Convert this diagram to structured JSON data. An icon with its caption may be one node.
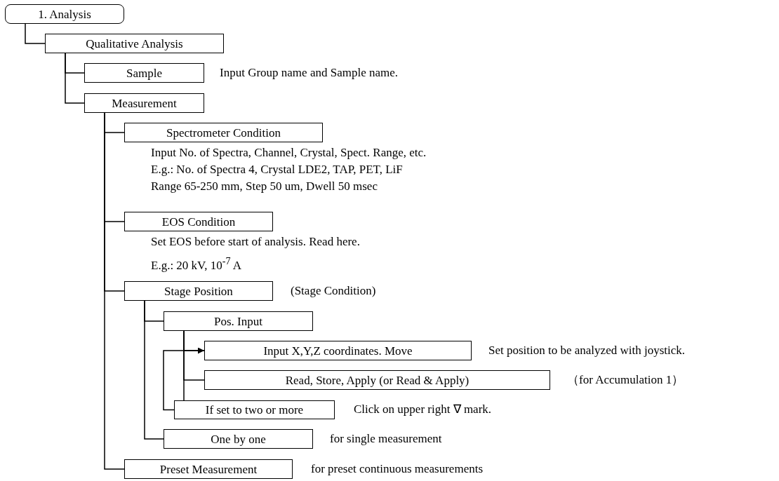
{
  "diagram": {
    "nodes": [
      {
        "text": [
          "1. Analysis"
        ]
      },
      {
        "text": [
          "Qualitative Analysis"
        ]
      },
      {
        "text": [
          "Sample"
        ],
        "beside": [
          "Input Group name and Sample name."
        ]
      },
      {
        "text": [
          "Measurement"
        ]
      },
      {
        "text": [
          "Spectrometer Condition"
        ],
        "beside": [
          "Input No. of Spectra, Channel, Crystal, Spect. Range, etc.",
          "E.g.: No. of Spectra 4, Crystal LDE2, TAP, PET, LiF",
          "Range 65-250 mm, Step 50 um, Dwell 50 msec"
        ]
      },
      {
        "text": [
          "EOS Condition"
        ],
        "beside": [
          "Set EOS before start of analysis. Read here.",
          "E.g.: 20 kV, 10$^{-7}$ A"
        ]
      },
      {
        "text": [
          "Stage Position"
        ],
        "beside": [
          "(Stage Condition)"
        ]
      },
      {
        "text": [
          "Pos. Input"
        ]
      },
      {
        "text": [
          "Input X,Y,Z coordinates. Move"
        ],
        "beside": [
          "Set position to be analyzed with joystick."
        ]
      },
      {
        "text": [
          "Read, Store, Apply (or Read & Apply)"
        ],
        "beside": [
          "（for Accumulation 1）"
        ]
      },
      {
        "text": [
          "If set to two or more"
        ],
        "beside": [
          "Click on upper right ∇ mark."
        ]
      },
      {
        "text": [
          "One by one"
        ],
        "beside": [
          "for single measurement"
        ]
      },
      {
        "text": [
          "Preset Measurement"
        ],
        "beside": [
          "for preset continuous measurements"
        ]
      }
    ],
    "edges": [
      {
        "from": 0,
        "to": 1,
        "arrow": "none"
      },
      {
        "from": 1,
        "to": 2,
        "arrow": "none"
      },
      {
        "from": 1,
        "to": 3,
        "arrow": "none"
      },
      {
        "from": 3,
        "to": 4,
        "arrow": "none"
      },
      {
        "from": 3,
        "to": 5,
        "arrow": "none"
      },
      {
        "from": 3,
        "to": 6,
        "arrow": "none"
      },
      {
        "from": 6,
        "to": 7,
        "arrow": "none"
      },
      {
        "from": 7,
        "to": 8,
        "arrow": "none"
      },
      {
        "from": 7,
        "to": 9,
        "arrow": "none"
      },
      {
        "from": 7,
        "to": 10,
        "arrow": "none"
      },
      {
        "from": 10,
        "to": 8,
        "arrow": "to"
      },
      {
        "from": 6,
        "to": 11,
        "arrow": "none"
      },
      {
        "from": 3,
        "to": 12,
        "arrow": "none"
      }
    ]
  }
}
